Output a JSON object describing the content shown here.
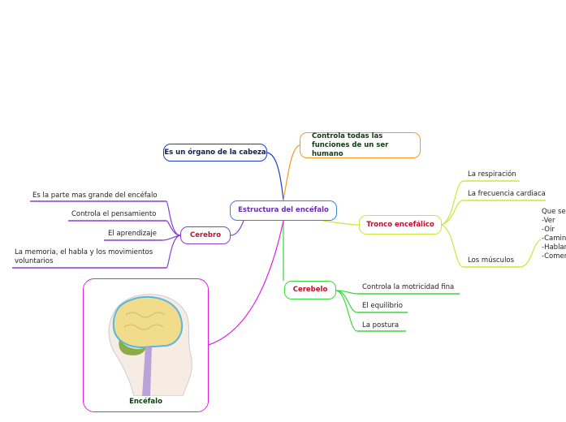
{
  "central": "Estructura del encéfalo",
  "organo": "Es un órgano de la cabeza",
  "funciones": "Controla todas las funciones de un ser humano",
  "cerebro": {
    "title": "Cerebro",
    "items": [
      "Es la parte mas grande del encéfalo",
      "Controla el pensamiento",
      "El aprendizaje",
      "La memoria, el habla y los movimientos voluntarios"
    ]
  },
  "tronco": {
    "title": "Tronco encefálico",
    "items": [
      "La respiración",
      "La frecuencia cardiaca",
      "Los músculos"
    ],
    "note": [
      "Que se",
      "-Ver",
      "-Oir",
      "-Camin",
      "-Hablar",
      "-Comer"
    ]
  },
  "cerebelo": {
    "title": "Cerebelo",
    "items": [
      "Controla la motricidad fina",
      "El equilibrio",
      "La postura"
    ]
  },
  "image": {
    "caption": "Encéfalo"
  },
  "colors": {
    "central": "#3b82e0",
    "organo": "#1a3ccc",
    "funciones": "#f59a1a",
    "cerebro": "#8a3fcf",
    "tronco": "#c8e83a",
    "cerebelo": "#3ad93a",
    "image": "#e020e0"
  }
}
